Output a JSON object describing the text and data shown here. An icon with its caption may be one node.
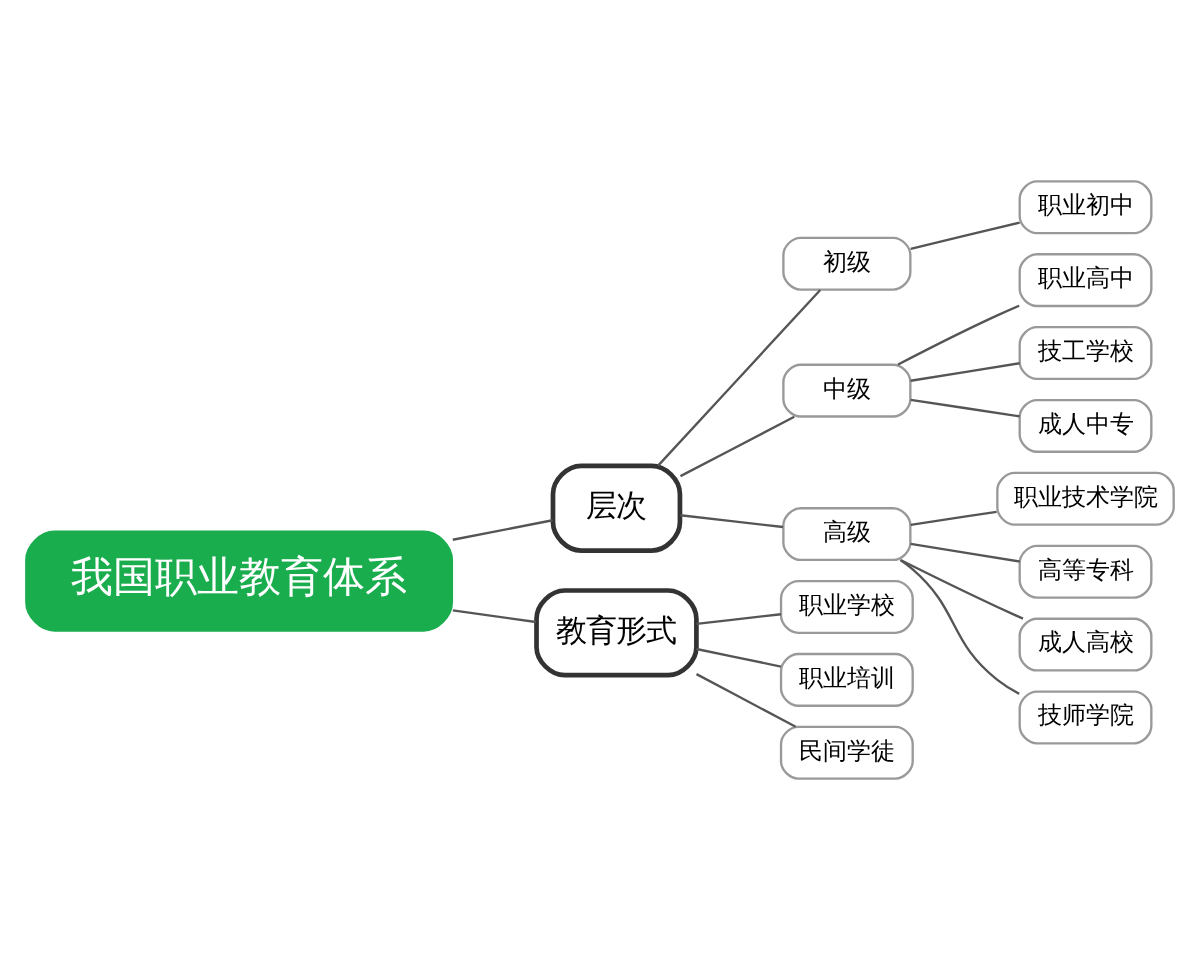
{
  "diagram": {
    "nodes": [
      {
        "text": [
          "我国职业教育体系"
        ]
      },
      {
        "text": [
          "层次"
        ]
      },
      {
        "text": [
          "教育形式"
        ]
      },
      {
        "text": [
          "初级"
        ]
      },
      {
        "text": [
          "职业初中"
        ]
      },
      {
        "text": [
          "中级"
        ]
      },
      {
        "text": [
          "职业高中"
        ]
      },
      {
        "text": [
          "技工学校"
        ]
      },
      {
        "text": [
          "成人中专"
        ]
      },
      {
        "text": [
          "高级"
        ]
      },
      {
        "text": [
          "职业技术学院"
        ]
      },
      {
        "text": [
          "高等专科"
        ]
      },
      {
        "text": [
          "成人高校"
        ]
      },
      {
        "text": [
          "技师学院"
        ]
      },
      {
        "text": [
          "职业学校"
        ]
      },
      {
        "text": [
          "职业培训"
        ]
      },
      {
        "text": [
          "民间学徒"
        ]
      }
    ],
    "edges": [
      {
        "from": 0,
        "to": 1,
        "arrow": "none"
      },
      {
        "from": 0,
        "to": 2,
        "arrow": "none"
      },
      {
        "from": 1,
        "to": 3,
        "arrow": "none"
      },
      {
        "from": 1,
        "to": 5,
        "arrow": "none"
      },
      {
        "from": 1,
        "to": 9,
        "arrow": "none"
      },
      {
        "from": 3,
        "to": 4,
        "arrow": "none"
      },
      {
        "from": 5,
        "to": 6,
        "arrow": "none"
      },
      {
        "from": 5,
        "to": 7,
        "arrow": "none"
      },
      {
        "from": 5,
        "to": 8,
        "arrow": "none"
      },
      {
        "from": 9,
        "to": 10,
        "arrow": "none"
      },
      {
        "from": 9,
        "to": 11,
        "arrow": "none"
      },
      {
        "from": 9,
        "to": 12,
        "arrow": "none"
      },
      {
        "from": 9,
        "to": 13,
        "arrow": "none"
      },
      {
        "from": 2,
        "to": 14,
        "arrow": "none"
      },
      {
        "from": 2,
        "to": 15,
        "arrow": "none"
      },
      {
        "from": 2,
        "to": 16,
        "arrow": "none"
      }
    ]
  }
}
